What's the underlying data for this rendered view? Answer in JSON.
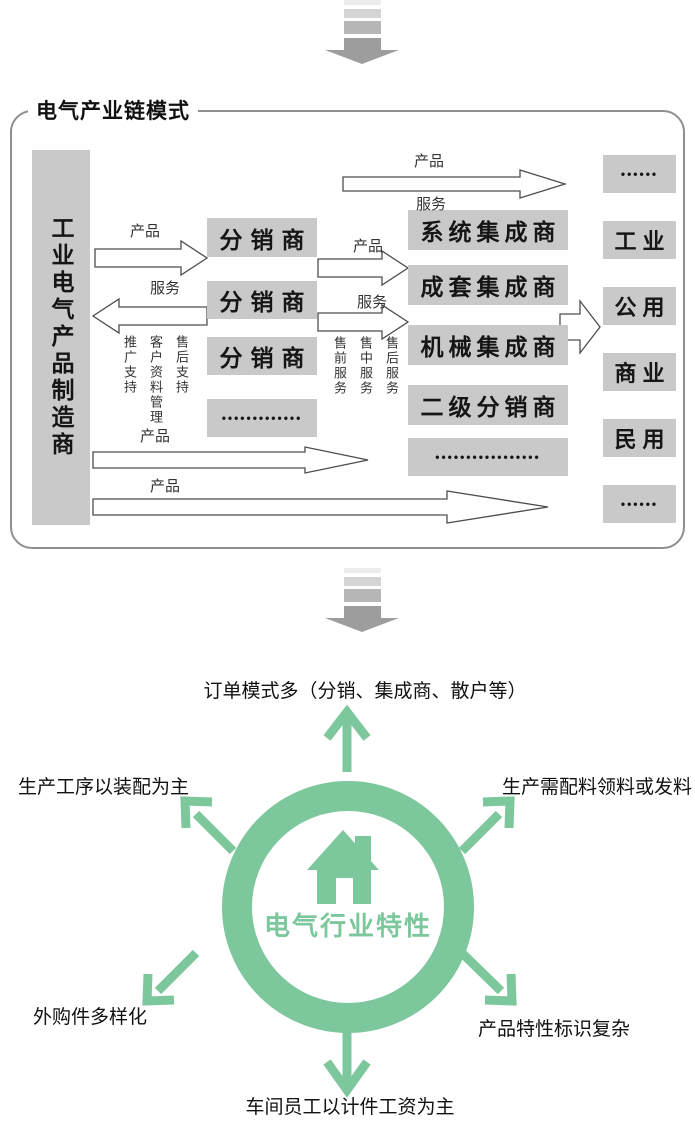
{
  "chain": {
    "title": "电气产业链模式",
    "manufacturer": "工业电气产品制造商",
    "distributors": [
      "分销商",
      "分销商",
      "分销商",
      "•••••••••••••"
    ],
    "integrators": [
      "系统集成商",
      "成套集成商",
      "机械集成商",
      "二级分销商",
      "•••••••••••••••••"
    ],
    "markets": [
      "••••••",
      "工业",
      "公用",
      "商业",
      "民用",
      "••••••"
    ],
    "flow_labels": {
      "product_top_long": "产品",
      "service_top_long": "服务",
      "product_mfr_dist": "产品",
      "service_dist_mfr": "服务",
      "support_labels": [
        "推广支持",
        "客户资料管理",
        "售后支持"
      ],
      "product_dist_int": "产品",
      "service_dist_int": "服务",
      "service_stages": [
        "售前服务",
        "售中服务",
        "售后服务"
      ],
      "product_long_1": "产品",
      "product_long_2": "产品"
    }
  },
  "features": {
    "center": "电气行业特性",
    "top": "订单模式多（分销、集成商、散户等）",
    "upper_left": "生产工序以装配为主",
    "upper_right": "生产需配料领料或发料",
    "lower_left": "外购件多样化",
    "lower_right": "产品特性标识复杂",
    "bottom": "车间员工以计件工资为主"
  },
  "colors": {
    "accent_green": "#7dc79c",
    "box_gray": "#c9c9c9",
    "arrow_gray": "#9d9d9d"
  }
}
